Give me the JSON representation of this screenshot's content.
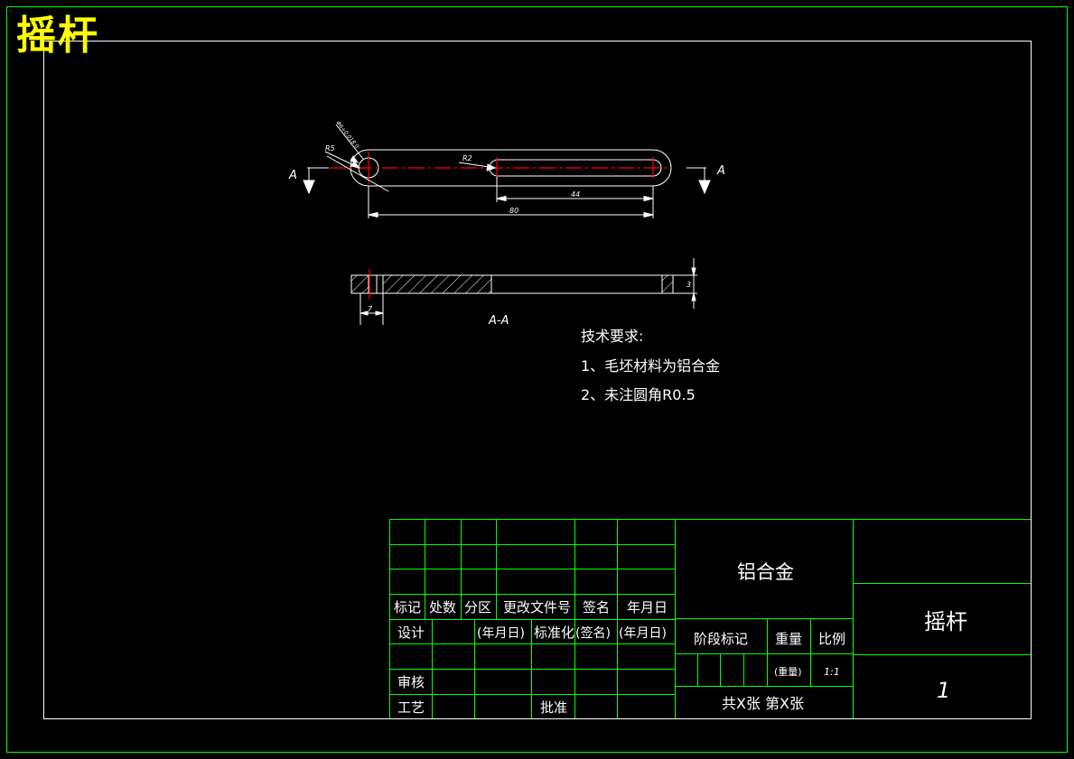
{
  "drawing_title": "摇杆",
  "section_marker": "A",
  "section_view_label": "A-A",
  "dimensions": {
    "hole_tolerance": "Φ6+0.018 0",
    "radius_end": "R5",
    "radius_slot": "R2",
    "slot_length": "44",
    "overall_length": "80",
    "offset": "7",
    "thickness": "3"
  },
  "tech_requirements": {
    "heading": "技术要求:",
    "item1": "1、毛坯材料为铝合金",
    "item2": "2、未注圆角R0.5"
  },
  "title_block": {
    "material": "铝合金",
    "part_name": "摇杆",
    "drawing_number": "1",
    "sheet_info": "共X张 第X张",
    "headers": {
      "mark": "标记",
      "count": "处数",
      "zone": "分区",
      "change_doc": "更改文件号",
      "signature": "签名",
      "date": "年月日"
    },
    "rows": {
      "design": "设计",
      "date_paren": "(年月日)",
      "standardize": "标准化",
      "sign_paren": "(签名)",
      "date_paren2": "(年月日)",
      "review": "审核",
      "process": "工艺",
      "approve": "批准"
    },
    "stage_mark": "阶段标记",
    "weight": "重量",
    "scale_label": "比例",
    "weight_value": "(重量)",
    "scale_value": "1:1"
  }
}
